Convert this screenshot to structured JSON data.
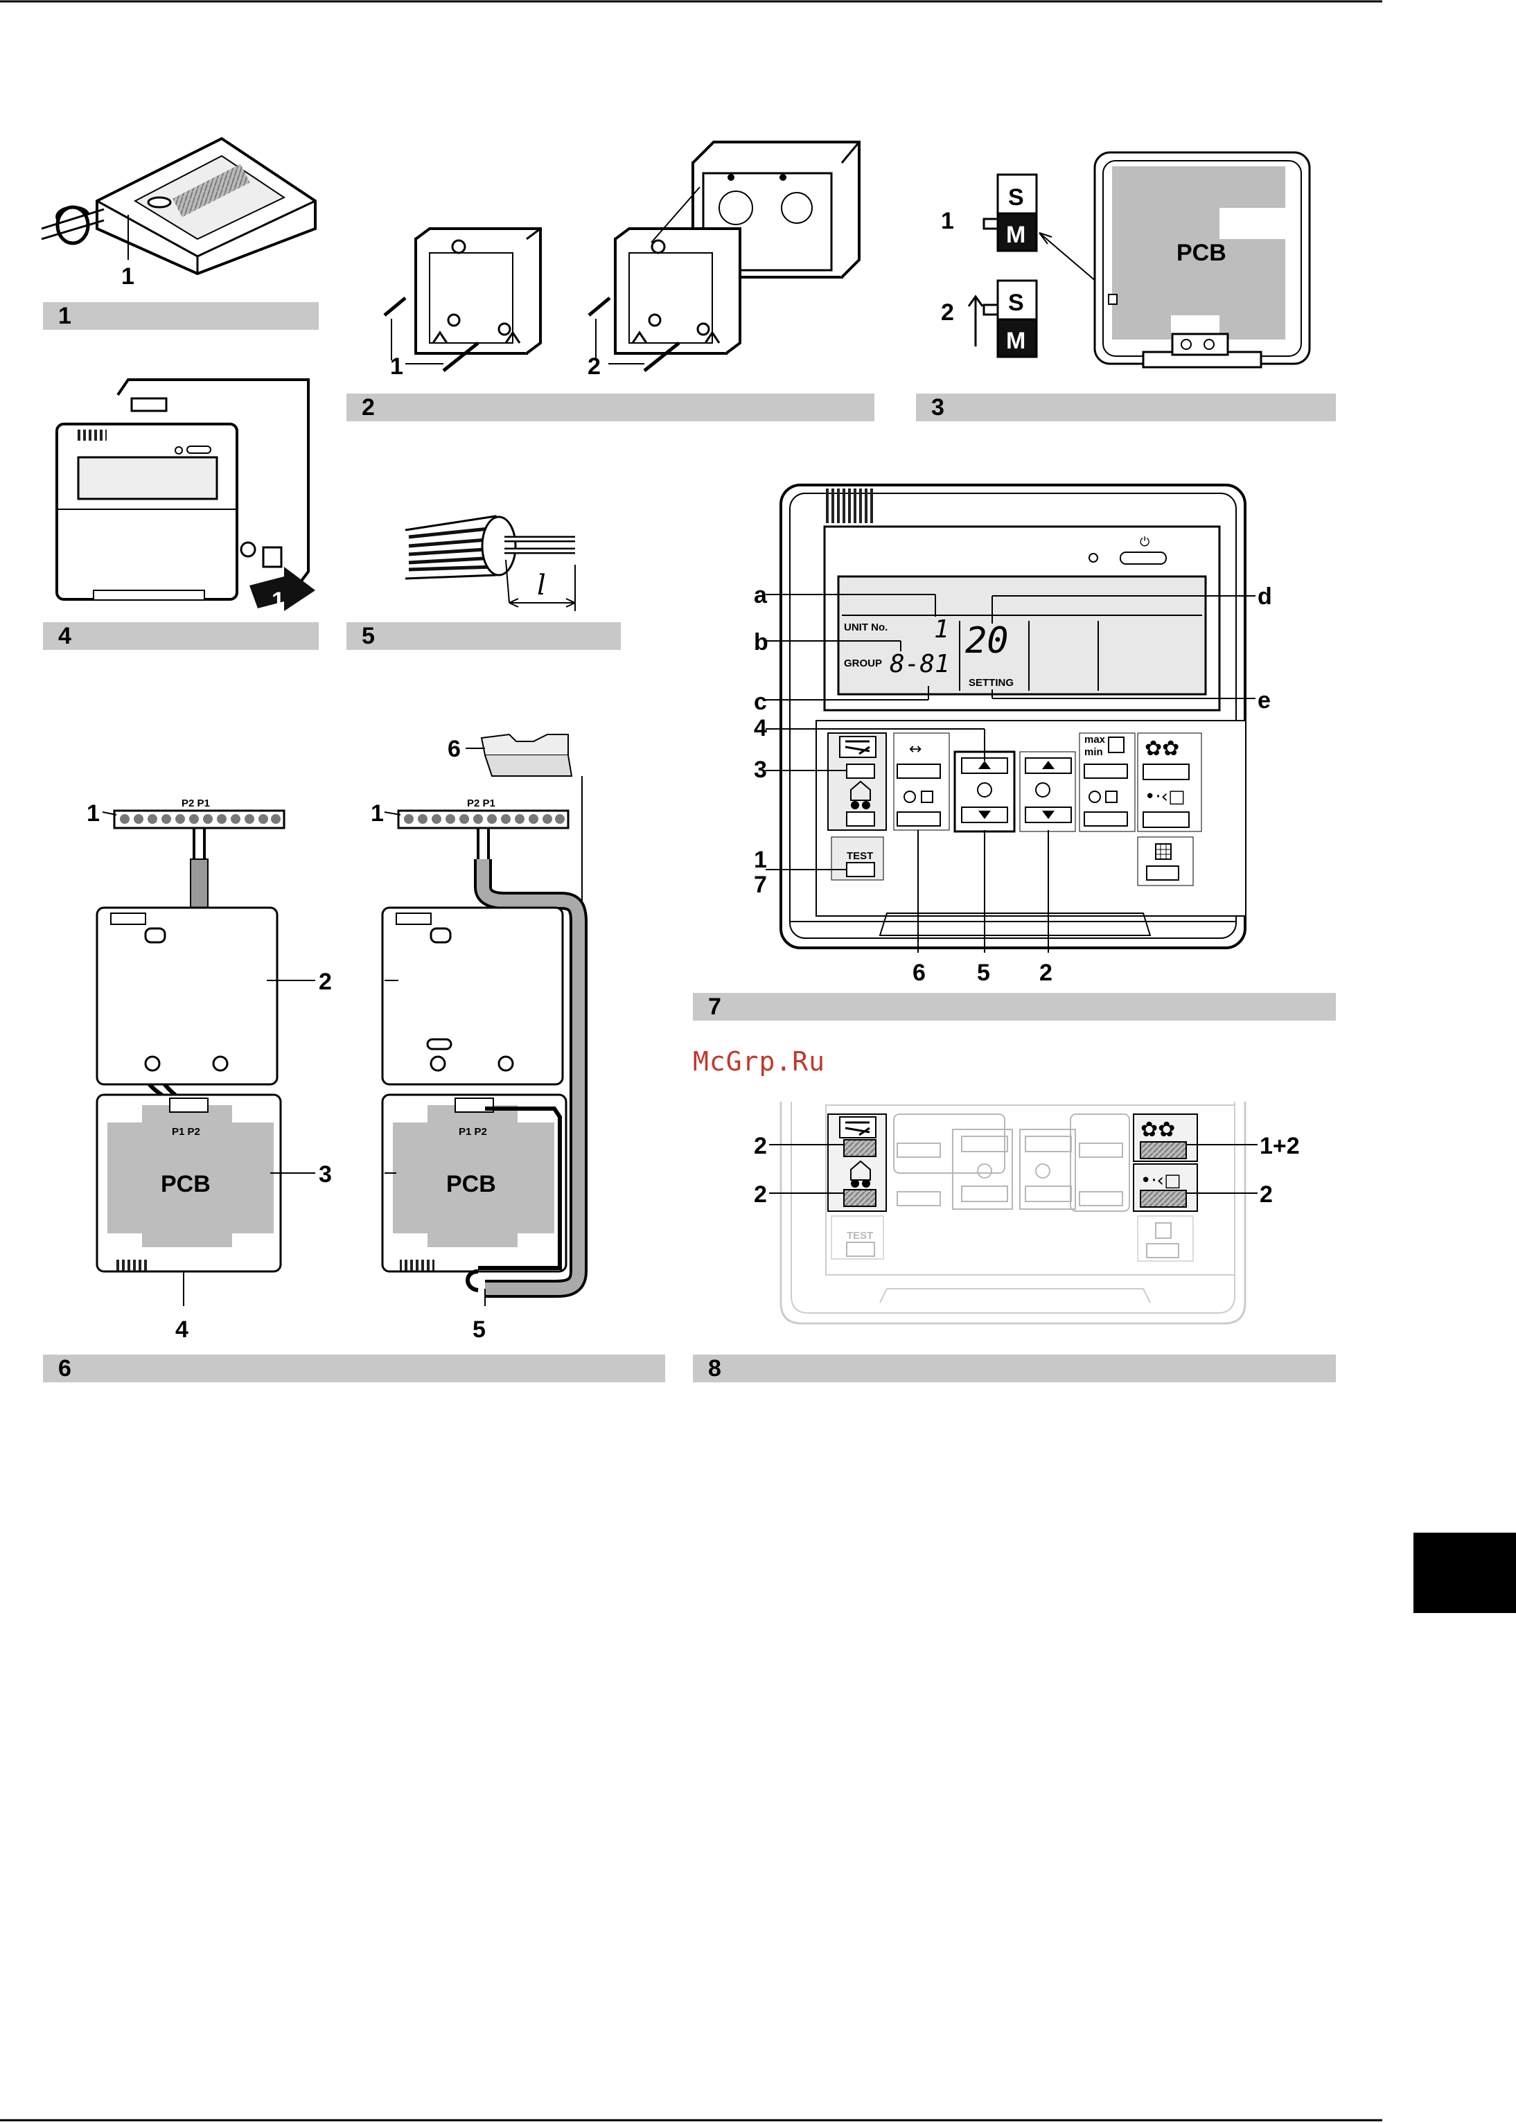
{
  "figures": {
    "fig1": {
      "caption": "1",
      "callouts": [
        "1"
      ]
    },
    "fig2": {
      "caption": "2",
      "callouts": [
        "1",
        "2"
      ]
    },
    "fig3": {
      "caption": "3",
      "callouts": [
        "1",
        "2"
      ],
      "switch_top": "S",
      "switch_bottom": "M",
      "board_label": "PCB"
    },
    "fig4": {
      "caption": "4",
      "arrow_label": "1"
    },
    "fig5": {
      "caption": "5",
      "dimension_label": "l"
    },
    "fig6": {
      "caption": "6",
      "callouts": [
        "1",
        "2",
        "3",
        "4",
        "1",
        "5",
        "6"
      ],
      "terminal_top": "P2 P1",
      "terminal_bottom": "P1 P2",
      "board_label": "PCB"
    },
    "fig7": {
      "caption": "7",
      "callouts_left": [
        "a",
        "b",
        "c",
        "4",
        "3",
        "1",
        "7"
      ],
      "callouts_right": [
        "d",
        "e"
      ],
      "callouts_bottom": [
        "6",
        "5",
        "2"
      ],
      "lcd": {
        "unit_no_label": "UNIT No.",
        "group_label": "GROUP",
        "unit_value": "1",
        "group_value": "8-81",
        "setting_value": "20",
        "setting_label": "SETTING"
      },
      "test_label": "TEST",
      "max_label": "max",
      "min_label": "min"
    },
    "fig8": {
      "caption": "8",
      "callouts_left": [
        "2",
        "2"
      ],
      "callouts_right": [
        "1+2",
        "2"
      ],
      "test_label": "TEST"
    }
  },
  "watermark": "McGrp.Ru",
  "colors": {
    "caption_bar": "#c8c8c8",
    "watermark": "#c0392b",
    "lcd_bg": "#e8e8e8",
    "panel_bg": "#ececec"
  }
}
